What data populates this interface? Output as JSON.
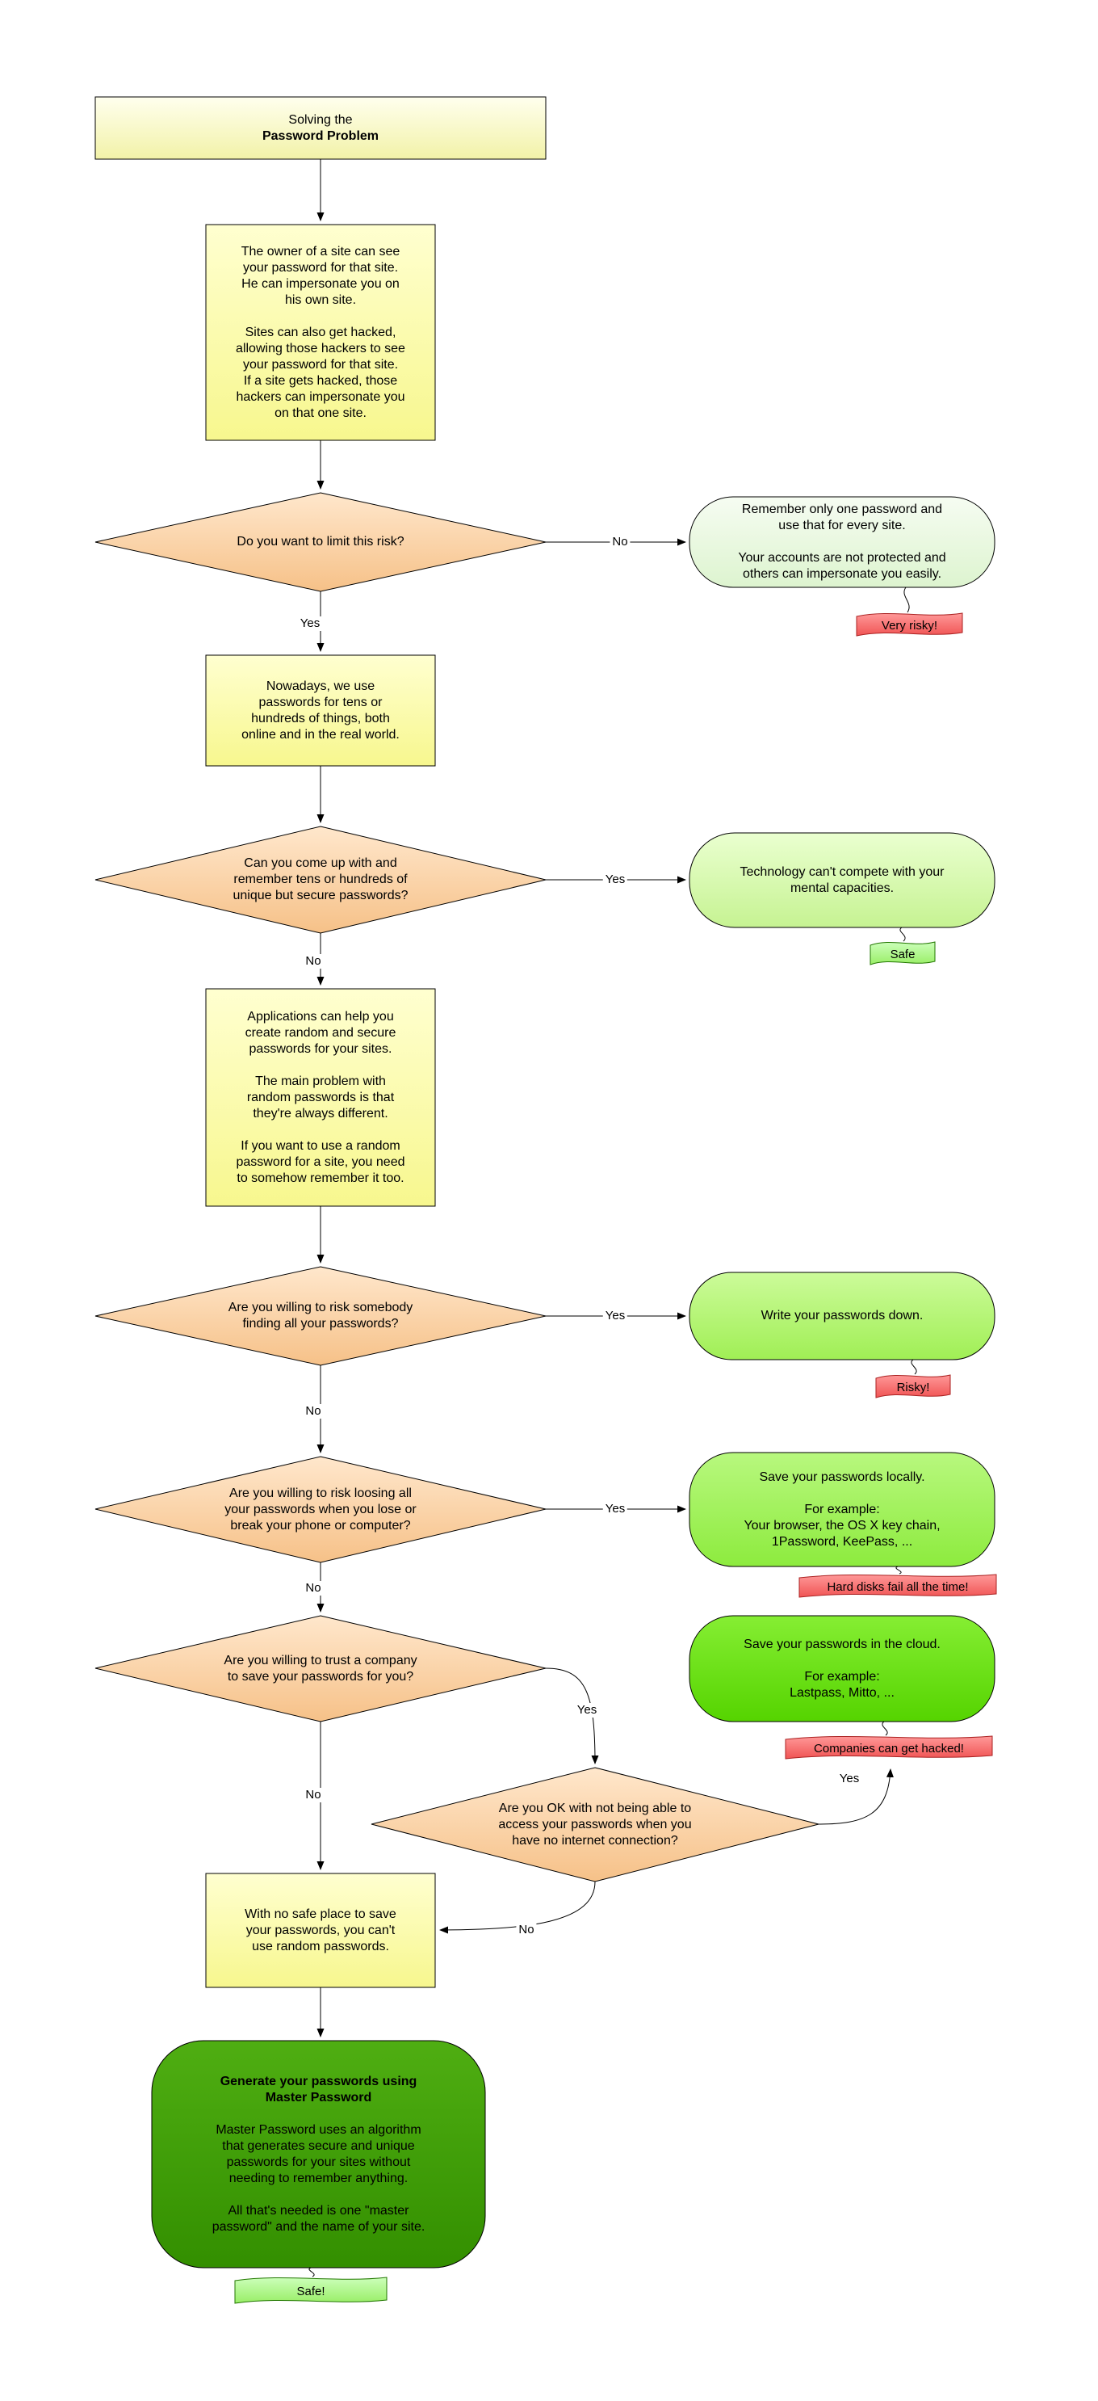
{
  "palette": {
    "background": "#ffffff",
    "note_yellow": "#f7f78e",
    "title_yellow": "#f2f2a8",
    "decision_orange": "#f6c188",
    "result_green_pale": "#ddf4cf",
    "result_green_light": "#c6f392",
    "result_green_mid": "#a0ef55",
    "result_green_deep": "#8deb3e",
    "result_green_bright": "#55d400",
    "result_green_dark": "#3a9a00",
    "ribbon_red": "#f05454",
    "ribbon_green": "#99ee66",
    "line": "#000000"
  },
  "nodes": {
    "start": {
      "line1": "Solving the",
      "line2": "Password Problem"
    },
    "info_site_owner": {
      "text": "The owner of a site can see\nyour password for that site.\nHe can impersonate you on\nhis own site.\n\nSites can also get hacked,\nallowing those hackers to see\nyour password for that site.\nIf a site gets hacked, those\nhackers can impersonate you\non that one site."
    },
    "q_limit_risk": {
      "text": "Do you want to limit this risk?"
    },
    "r_one_password": {
      "text": "Remember only one password and\nuse that for every site.\n\nYour accounts are not protected and\nothers can impersonate you easily.",
      "ribbon": "Very risky!"
    },
    "info_many_passwords": {
      "text": "Nowadays, we use\npasswords for tens or\nhundreds of things, both\nonline and in the real world."
    },
    "q_remember_many": {
      "text": "Can you come up with and\nremember tens or hundreds of\nunique but secure passwords?"
    },
    "r_mental_capacities": {
      "text": "Technology can't compete with your\nmental capacities.",
      "ribbon": "Safe"
    },
    "info_random_apps": {
      "text": "Applications can help you\ncreate random and secure\npasswords for your sites.\n\nThe main problem with\nrandom passwords is that\nthey're always different.\n\nIf you want to use a random\npassword for a site, you need\nto somehow remember it too."
    },
    "q_risk_found": {
      "text": "Are you willing to risk somebody\nfinding all your passwords?"
    },
    "r_write_down": {
      "text": "Write your passwords down.",
      "ribbon": "Risky!"
    },
    "q_risk_losing": {
      "text": "Are you willing to risk loosing all\nyour passwords when you lose or\nbreak your phone or computer?"
    },
    "r_save_locally": {
      "text": "Save your passwords locally.\n\nFor example:\nYour browser, the OS X key chain,\n1Password, KeePass, ...",
      "ribbon": "Hard disks fail all the time!"
    },
    "q_trust_company": {
      "text": "Are you willing to trust a company\nto save your passwords for you?"
    },
    "r_save_cloud": {
      "text": "Save your passwords in the cloud.\n\nFor example:\nLastpass, Mitto, ...",
      "ribbon": "Companies can get hacked!"
    },
    "q_offline": {
      "text": "Are you OK with not being able to\naccess your passwords when you\nhave no internet connection?"
    },
    "info_no_safe_place": {
      "text": "With no safe place to save\nyour passwords, you can't\nuse random passwords."
    },
    "end_master_password": {
      "heading": "Generate your passwords using\nMaster Password",
      "body": "Master Password uses an algorithm\nthat generates secure and unique\npasswords for your sites without\nneeding to remember anything.\n\nAll that's needed is one \"master\npassword\" and the name of your site.",
      "ribbon": "Safe!"
    }
  },
  "edges": {
    "limit_risk_no": "No",
    "limit_risk_yes": "Yes",
    "remember_many_yes": "Yes",
    "remember_many_no": "No",
    "risk_found_yes": "Yes",
    "risk_found_no": "No",
    "risk_losing_yes": "Yes",
    "risk_losing_no": "No",
    "trust_company_yes": "Yes",
    "trust_company_no": "No",
    "offline_yes": "Yes",
    "offline_no": "No"
  }
}
